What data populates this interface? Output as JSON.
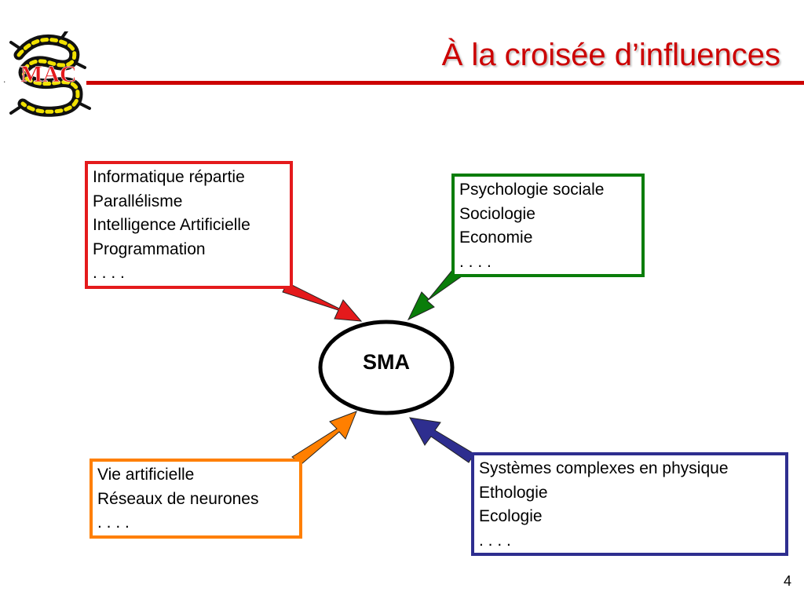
{
  "slide": {
    "title": "À la croisée d’influences",
    "page_number": "4"
  },
  "logo": {
    "text": "MAC",
    "dot": "."
  },
  "center": {
    "label": "SMA"
  },
  "boxes": {
    "top_left": {
      "color": "#e41a1c",
      "lines": [
        "Informatique répartie",
        "Parallélisme",
        "Intelligence Artificielle",
        "Programmation",
        ". . . ."
      ]
    },
    "top_right": {
      "color": "#0a7d0a",
      "lines": [
        "Psychologie sociale",
        "Sociologie",
        "Economie",
        ". . . ."
      ]
    },
    "bottom_left": {
      "color": "#ff7f00",
      "lines": [
        "Vie artificielle",
        "Réseaux de neurones",
        ". . . ."
      ]
    },
    "bottom_right": {
      "color": "#2e2e8f",
      "lines": [
        "Systèmes complexes en physique",
        "Ethologie",
        "Ecologie",
        ". . . ."
      ]
    }
  },
  "colors": {
    "title": "#cc0000",
    "rule": "#cc0000"
  }
}
